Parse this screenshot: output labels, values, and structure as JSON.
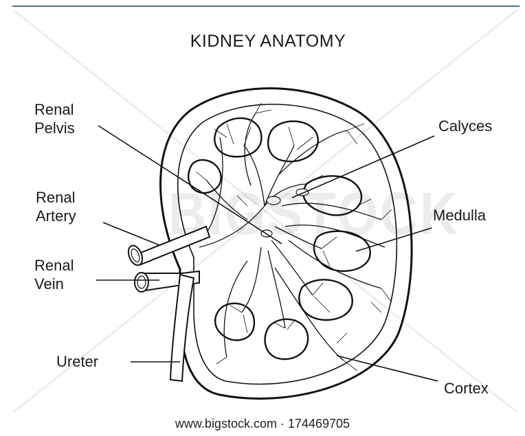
{
  "diagram": {
    "title": "KIDNEY ANATOMY",
    "labels": {
      "renal_pelvis": [
        "Renal",
        "Pelvis"
      ],
      "renal_artery": [
        "Renal",
        "Artery"
      ],
      "renal_vein": [
        "Renal",
        "Vein"
      ],
      "ureter": "Ureter",
      "calyces": "Calyces",
      "medulla": "Medulla",
      "cortex": "Cortex"
    }
  },
  "watermark": {
    "brand": "BIGSTOCK",
    "footer": "www.bigstock.com · 174469705"
  }
}
